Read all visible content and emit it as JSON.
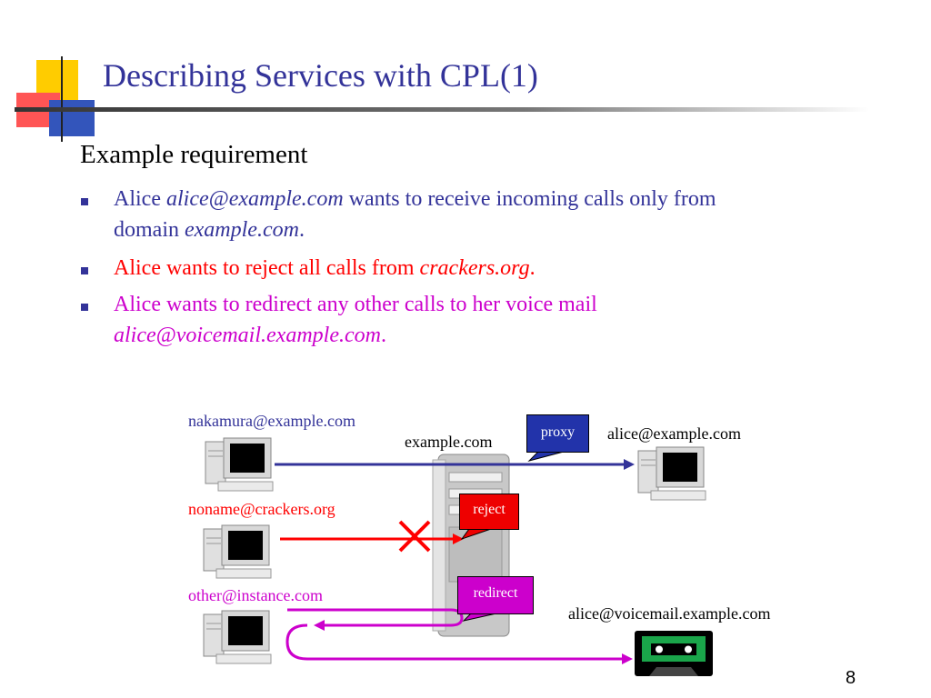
{
  "slide": {
    "title": "Describing Services with CPL(1)",
    "subtitle": "Example requirement",
    "page_number": "8"
  },
  "bullets": [
    {
      "parts": [
        " Alice ",
        "alice@example.com",
        " wants to receive incoming calls only from"
      ],
      "continuation": [
        "domain ",
        "example.com",
        "."
      ],
      "color": "#333399"
    },
    {
      "parts": [
        "Alice wants to reject all calls from ",
        "crackers.org",
        "."
      ],
      "color": "#ff0000"
    },
    {
      "parts": [
        " Alice wants to redirect any other calls to her voice mail"
      ],
      "continuation": [
        "alice@voicemail.example.com",
        "."
      ],
      "color": "#cc00cc"
    }
  ],
  "diagram": {
    "caller_nakamura": "nakamura@example.com",
    "caller_noname": "noname@crackers.org",
    "caller_other": "other@instance.com",
    "server_label": "example.com",
    "dest_alice": "alice@example.com",
    "dest_voicemail": "alice@voicemail.example.com",
    "callout_proxy": "proxy",
    "callout_reject": "reject",
    "callout_redirect": "redirect"
  },
  "colors": {
    "title": "#333399",
    "proxy_line": "#333399",
    "reject_line": "#ff0000",
    "redirect_line": "#cc00cc",
    "callout_proxy": "#2233aa",
    "callout_reject": "#ee0000",
    "callout_redirect": "#cc00cc"
  }
}
